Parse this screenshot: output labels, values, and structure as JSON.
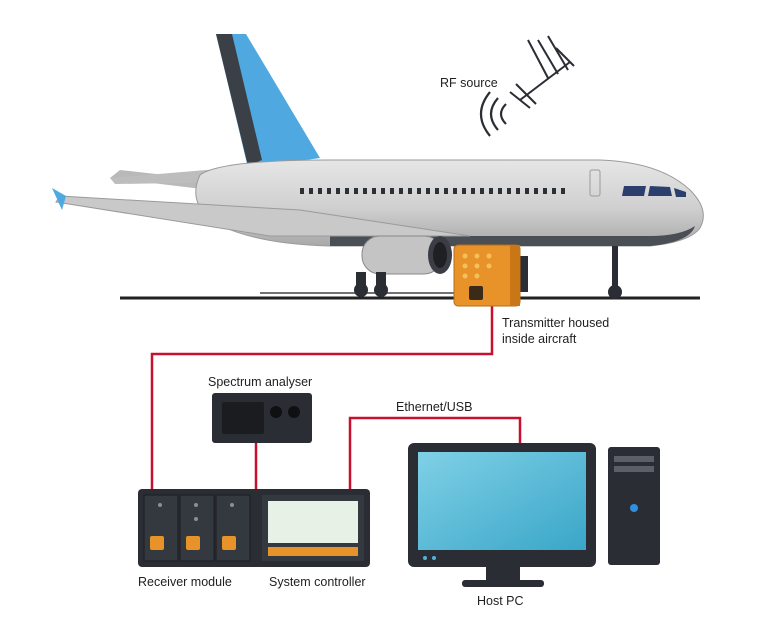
{
  "labels": {
    "rf_source": "RF source",
    "transmitter_line1": "Transmitter housed",
    "transmitter_line2": "inside aircraft",
    "spectrum_analyser": "Spectrum analyser",
    "ethernet_usb": "Ethernet/USB",
    "receiver_module": "Receiver module",
    "system_controller": "System controller",
    "host_pc": "Host PC"
  },
  "colors": {
    "cable": "#c8102e",
    "transmitter": "#e8922a",
    "aircraft_tail": "#4fa8e0",
    "fuselage": "#d9d9d9",
    "equipment_dark": "#2a2d33",
    "screen": "#4cb6d6",
    "status_led": "#2f8fe0"
  }
}
